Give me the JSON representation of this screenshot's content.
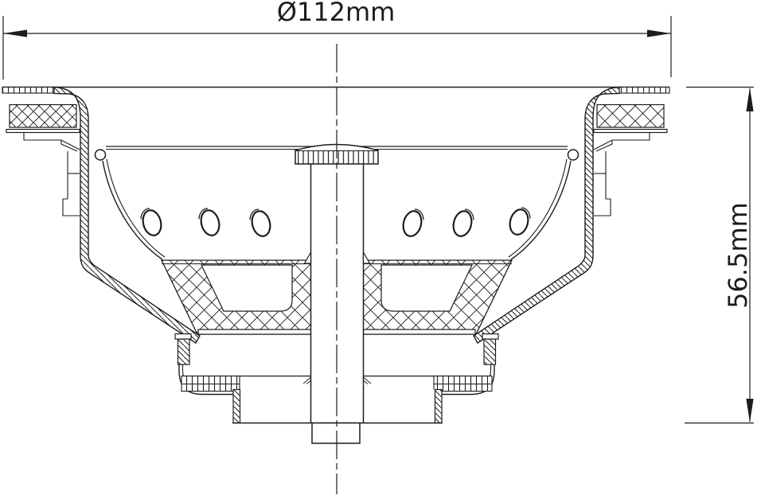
{
  "diagram": {
    "type": "technical-drawing",
    "subject": "kitchen sink strainer waste cross-section",
    "dimension_labels": {
      "diameter": "Ø112mm",
      "height": "56.5mm"
    },
    "colors": {
      "line": "#1d1d1d",
      "background": "#ffffff"
    }
  }
}
